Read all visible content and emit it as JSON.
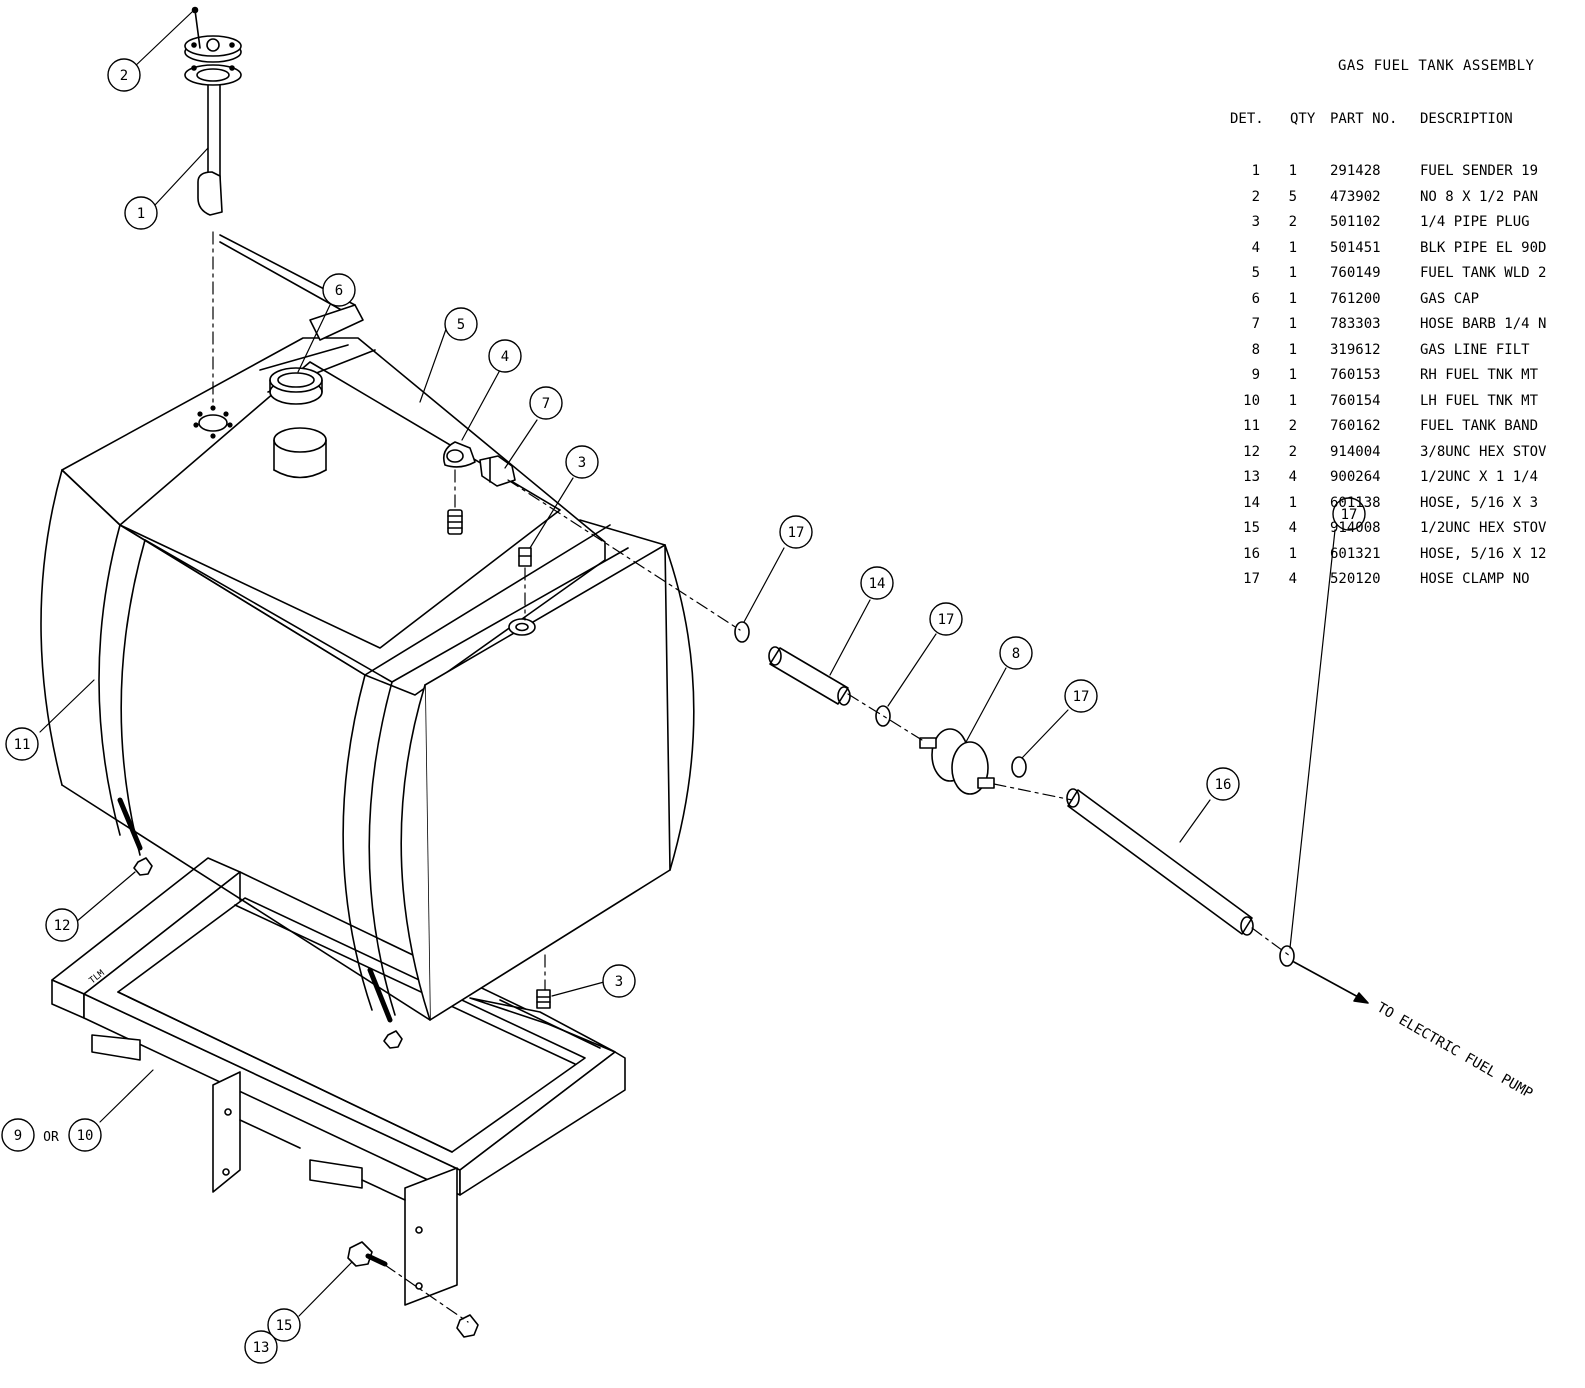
{
  "title": "GAS FUEL TANK ASSEMBLY",
  "columns": {
    "det": "DET.",
    "qty": "QTY",
    "part_no": "PART NO.",
    "description": "DESCRIPTION"
  },
  "parts": [
    {
      "det": "1",
      "qty": "1",
      "part_no": "291428",
      "description": "FUEL SENDER 19"
    },
    {
      "det": "2",
      "qty": "5",
      "part_no": "473902",
      "description": "NO 8 X 1/2 PAN"
    },
    {
      "det": "3",
      "qty": "2",
      "part_no": "501102",
      "description": "1/4 PIPE PLUG"
    },
    {
      "det": "4",
      "qty": "1",
      "part_no": "501451",
      "description": "BLK PIPE EL 90D"
    },
    {
      "det": "5",
      "qty": "1",
      "part_no": "760149",
      "description": "FUEL TANK WLD 2"
    },
    {
      "det": "6",
      "qty": "1",
      "part_no": "761200",
      "description": "GAS CAP"
    },
    {
      "det": "7",
      "qty": "1",
      "part_no": "783303",
      "description": "HOSE BARB 1/4 N"
    },
    {
      "det": "8",
      "qty": "1",
      "part_no": "319612",
      "description": "GAS LINE FILT"
    },
    {
      "det": "9",
      "qty": "1",
      "part_no": "760153",
      "description": "RH FUEL TNK MT"
    },
    {
      "det": "10",
      "qty": "1",
      "part_no": "760154",
      "description": "LH FUEL TNK MT"
    },
    {
      "det": "11",
      "qty": "2",
      "part_no": "760162",
      "description": "FUEL TANK BAND"
    },
    {
      "det": "12",
      "qty": "2",
      "part_no": "914004",
      "description": "3/8UNC HEX STOV"
    },
    {
      "det": "13",
      "qty": "4",
      "part_no": "900264",
      "description": "1/2UNC X 1 1/4"
    },
    {
      "det": "14",
      "qty": "1",
      "part_no": "601138",
      "description": "HOSE, 5/16 X 3"
    },
    {
      "det": "15",
      "qty": "4",
      "part_no": "914008",
      "description": "1/2UNC HEX STOV"
    },
    {
      "det": "16",
      "qty": "1",
      "part_no": "601321",
      "description": "HOSE, 5/16 X 12"
    },
    {
      "det": "17",
      "qty": "4",
      "part_no": "520120",
      "description": "HOSE CLAMP NO"
    }
  ],
  "callouts": [
    {
      "label": "1"
    },
    {
      "label": "2"
    },
    {
      "label": "3"
    },
    {
      "label": "3"
    },
    {
      "label": "4"
    },
    {
      "label": "5"
    },
    {
      "label": "6"
    },
    {
      "label": "7"
    },
    {
      "label": "8"
    },
    {
      "label": "9"
    },
    {
      "label": "10"
    },
    {
      "label": "11"
    },
    {
      "label": "12"
    },
    {
      "label": "13"
    },
    {
      "label": "14"
    },
    {
      "label": "15"
    },
    {
      "label": "16"
    },
    {
      "label": "17"
    },
    {
      "label": "17"
    },
    {
      "label": "17"
    },
    {
      "label": "17"
    }
  ],
  "or_text": "OR",
  "tlm_text": "TLM",
  "direction_text": "TO ELECTRIC FUEL PUMP"
}
